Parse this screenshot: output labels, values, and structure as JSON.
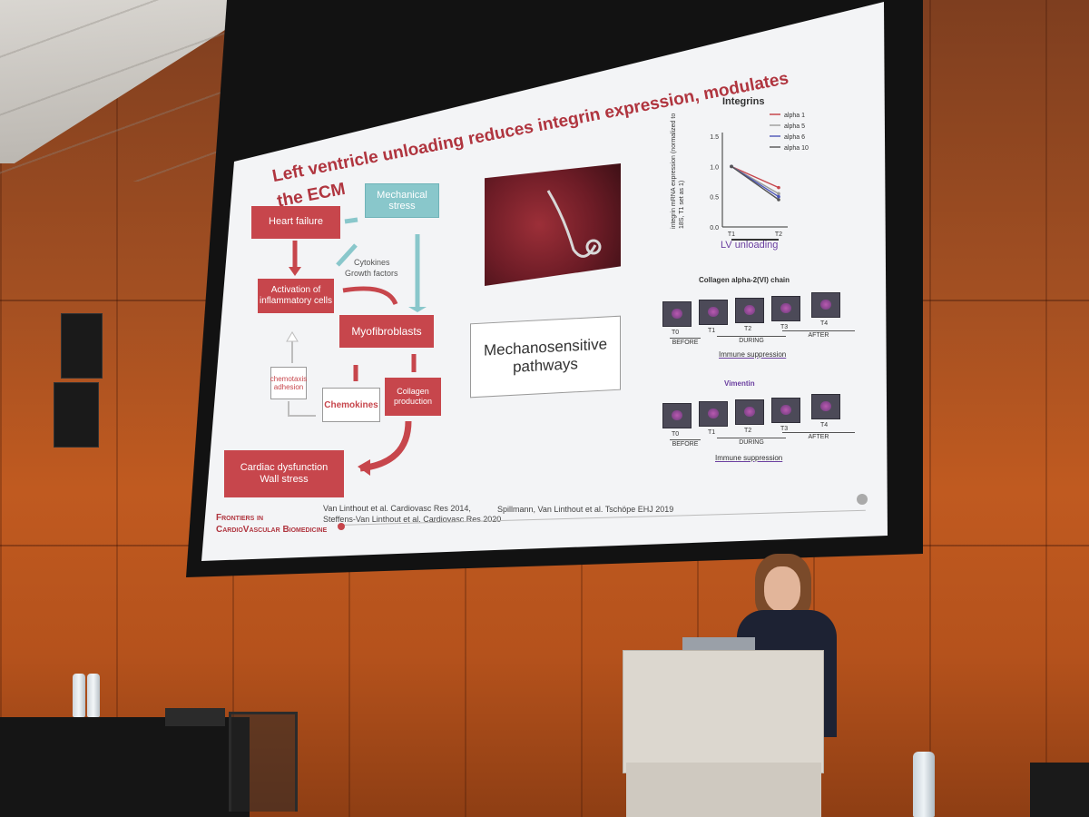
{
  "slide": {
    "title_line1": "Left ventricle unloading reduces integrin expression, modulates",
    "title_line2": "the ECM",
    "diagram": {
      "heart_failure": "Heart failure",
      "mechanical_stress": "Mechanical stress",
      "cytokines": "Cytokines",
      "growth_factors": "Growth factors",
      "activation": "Activation of inflammatory cells",
      "myofibroblasts": "Myofibroblasts",
      "chemotaxis": "chemotaxis",
      "adhesion": "adhesion",
      "chemokines": "Chemokines",
      "collagen": "Collagen production",
      "cardiac_dysfunction": "Cardiac dysfunction",
      "wall_stress": "Wall stress"
    },
    "mechanosensitive": "Mechanosensitive pathways",
    "integrins_chart": {
      "title": "Integrins",
      "ylabel": "integrin mRNA expression (normalized to 18S, T1 set as 1)",
      "xlabel": "LV unloading",
      "ticks_y": [
        "1.5",
        "1.0",
        "0.5",
        "0.0"
      ],
      "ticks_x": [
        "T1",
        "T2"
      ],
      "legend": [
        "alpha 1",
        "alpha 5",
        "alpha 6",
        "alpha 10"
      ]
    },
    "collagen_panel": {
      "title": "Collagen alpha-2(VI) chain",
      "labels": [
        "T0",
        "T1",
        "T2",
        "T3",
        "T4"
      ],
      "groups": [
        "BEFORE",
        "DURING",
        "AFTER"
      ],
      "caption": "Immune suppression"
    },
    "vimentin_panel": {
      "title": "Vimentin",
      "labels": [
        "T0",
        "T1",
        "T2",
        "T3",
        "T4"
      ],
      "groups": [
        "BEFORE",
        "DURING",
        "AFTER"
      ],
      "caption": "Immune suppression"
    },
    "ref1": "Van Linthout et al. Cardiovasc Res 2014,",
    "ref2": "Steffens-Van Linthout et al. Cardiovasc Res 2020",
    "ref3": "Spillmann, Van Linthout et al. Tschöpe EHJ 2019",
    "logo_line1": "Frontiers in",
    "logo_line2": "CardioVascular Biomedicine"
  },
  "colors": {
    "accent_red": "#c7464c",
    "accent_teal": "#89c7cb",
    "title_red": "#b0353f"
  },
  "chart_data": {
    "type": "line",
    "x": [
      "T1",
      "T2"
    ],
    "ylim": [
      0,
      1.5
    ],
    "series": [
      {
        "name": "alpha 1",
        "values": [
          1.0,
          0.65
        ],
        "color": "#c7464c"
      },
      {
        "name": "alpha 5",
        "values": [
          1.0,
          0.55
        ],
        "color": "#9b9b9b"
      },
      {
        "name": "alpha 6",
        "values": [
          1.0,
          0.5
        ],
        "color": "#4b54b8"
      },
      {
        "name": "alpha 10",
        "values": [
          1.0,
          0.45
        ],
        "color": "#555555"
      }
    ],
    "title": "Integrins",
    "xlabel": "LV unloading",
    "ylabel": "integrin mRNA expression (normalized to 18S, T1 set as 1)"
  }
}
